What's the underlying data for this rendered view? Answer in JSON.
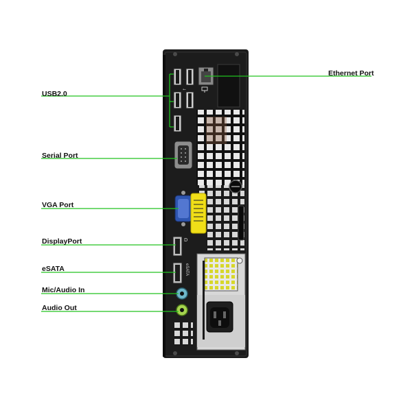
{
  "diagram": {
    "line_color": "#21c21f",
    "case_color": "#1c1c1c",
    "labels": {
      "usb": "USB2.0",
      "serial": "Serial Port",
      "vga": "VGA Port",
      "displayport": "DisplayPort",
      "esata": "eSATA",
      "mic": "Mic/Audio In",
      "audio_out": "Audio Out",
      "ethernet": "Ethernet Port"
    },
    "port_glyphs": {
      "usb": "usb-icon",
      "ethernet": "network-icon",
      "displayport": "displayport-icon",
      "esata_text": "eSATA"
    }
  }
}
